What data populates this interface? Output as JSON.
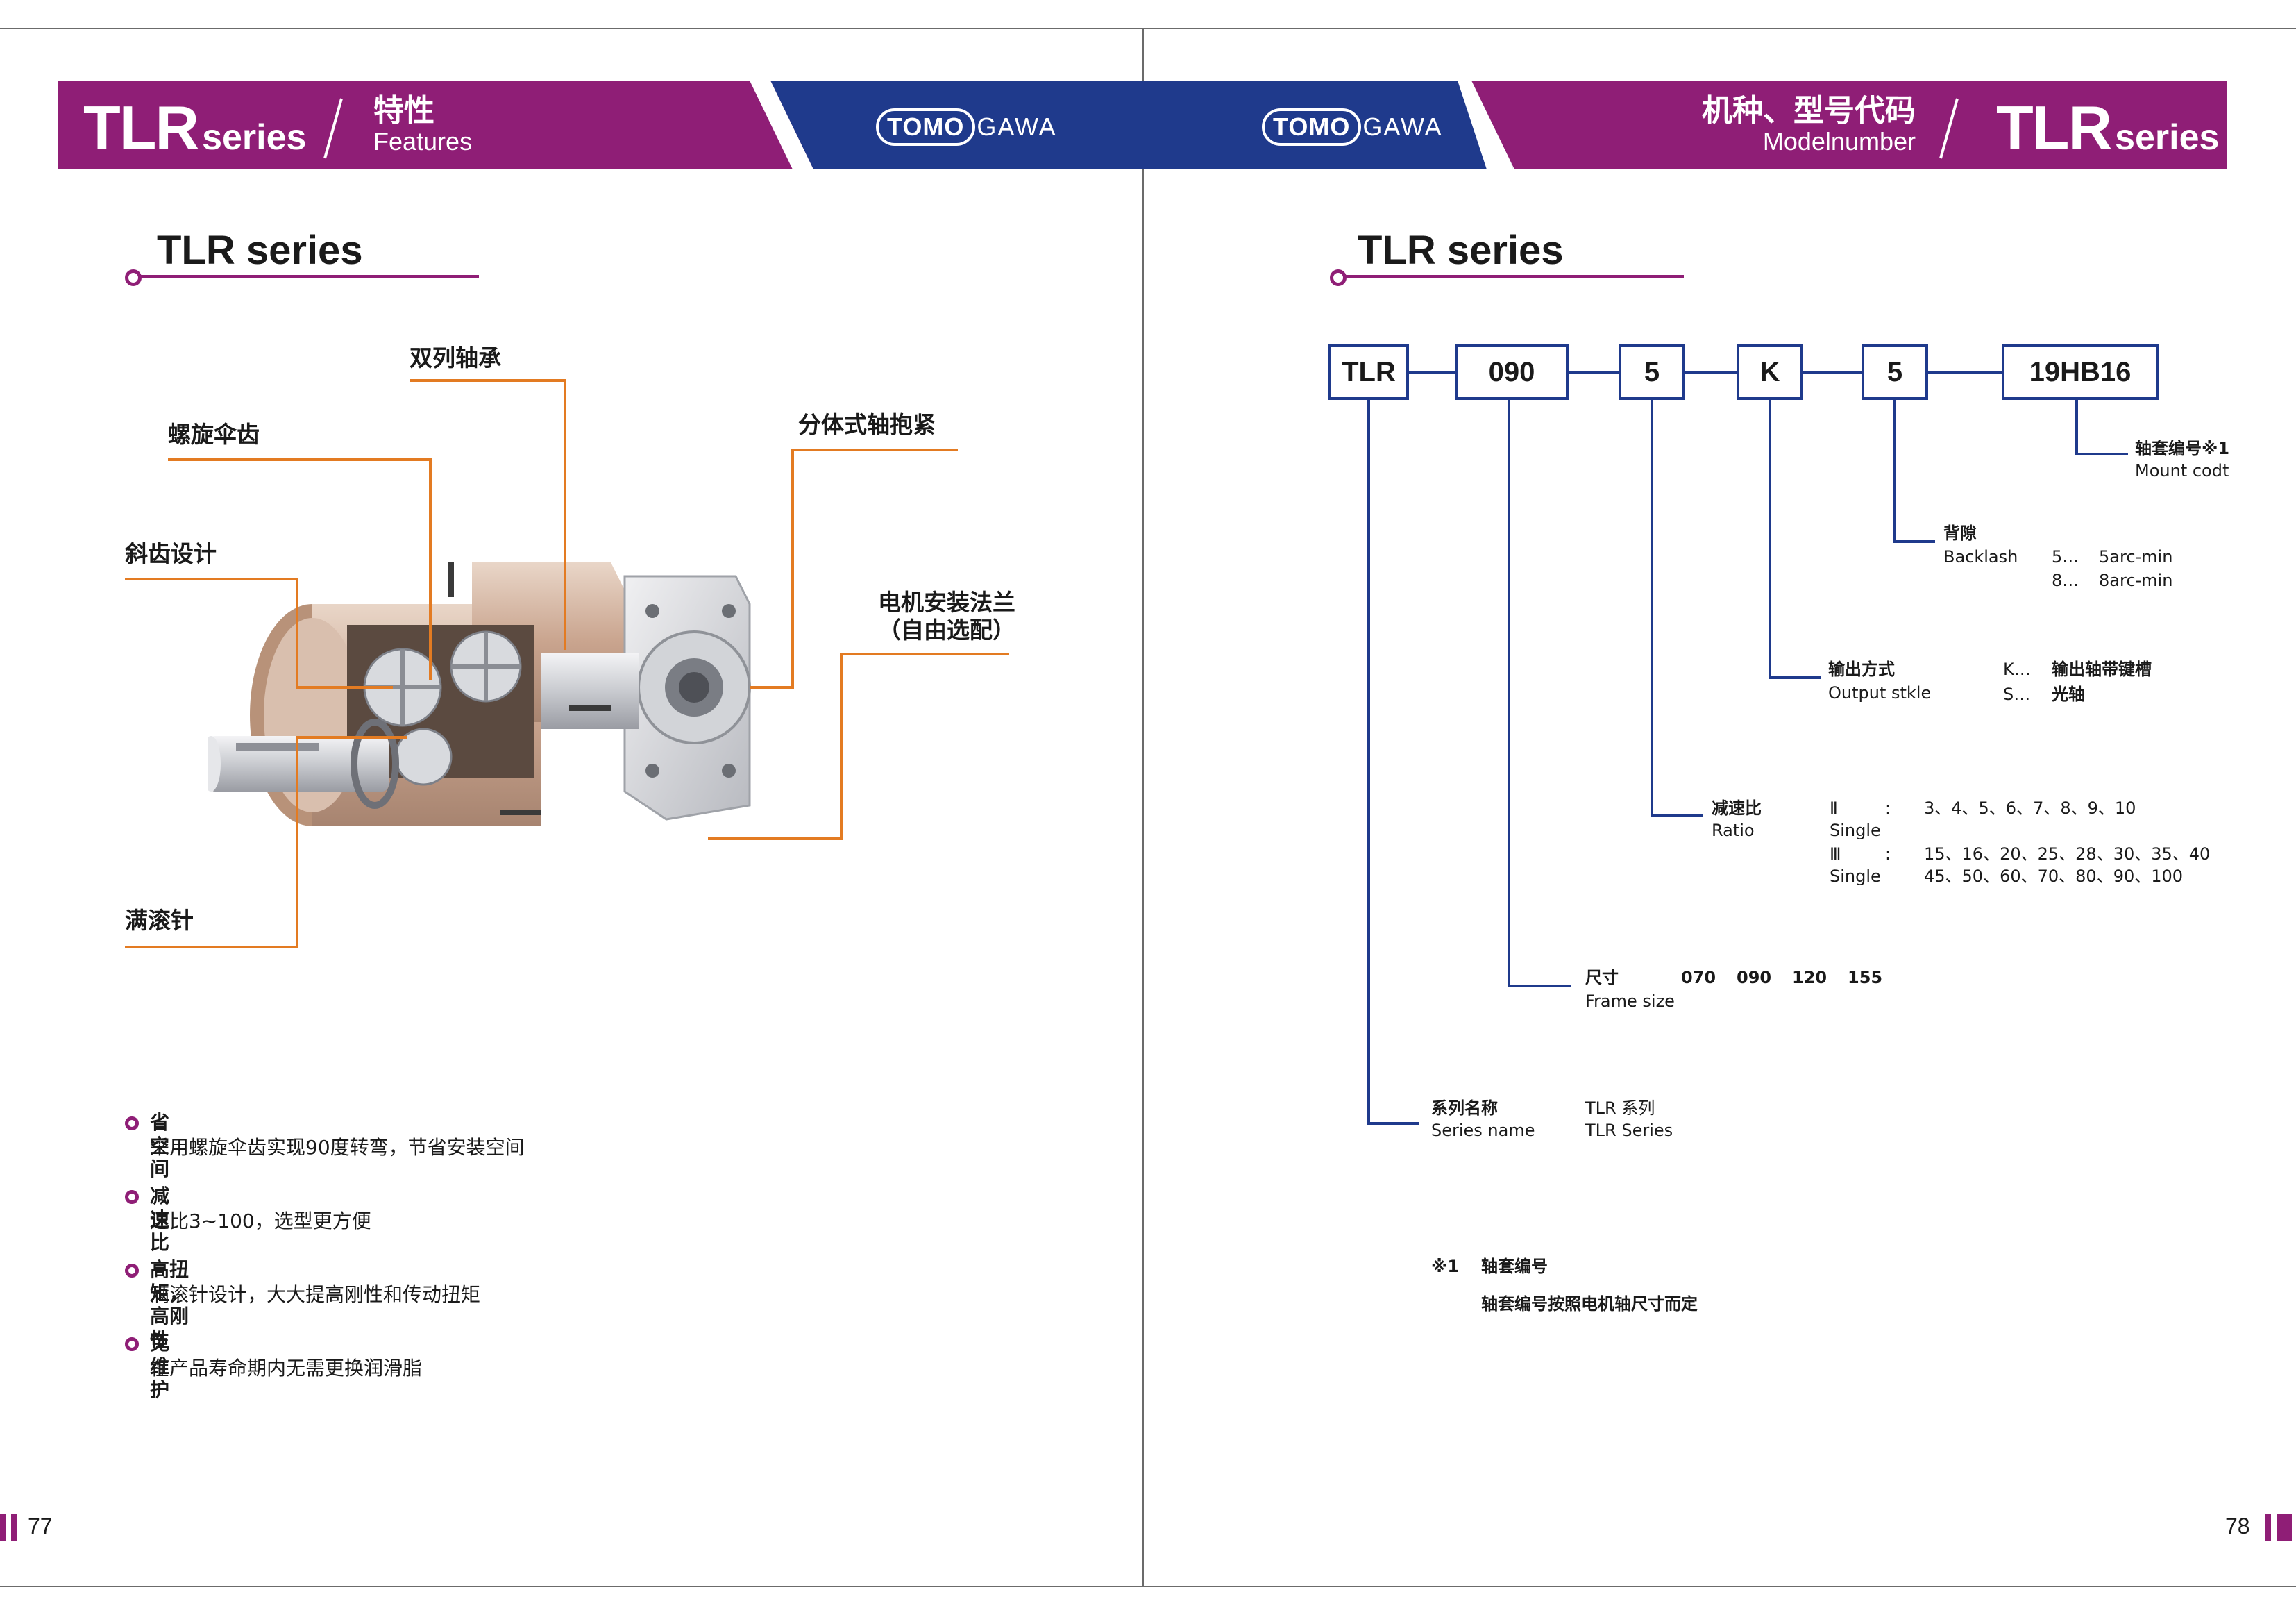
{
  "left_header": {
    "series_main": "TLR",
    "series_suffix": "series",
    "section_cn": "特性",
    "section_en": "Features"
  },
  "right_header": {
    "section_cn": "机种、型号代码",
    "section_en": "Modelnumber",
    "series_main": "TLR",
    "series_suffix": "series"
  },
  "logo": {
    "boxed": "TOMO",
    "rest": "GAWA"
  },
  "left_page": {
    "title": "TLR series",
    "callouts": {
      "double_bearing": "双列轴承",
      "spiral_bevel": "螺旋伞齿",
      "split_clamp": "分体式轴抱紧",
      "helical": "斜齿设计",
      "motor_flange_1": "电机安装法兰",
      "motor_flange_2": "（自由选配）",
      "needle": "满滚针"
    },
    "features": [
      {
        "title": "省空间",
        "desc": "采用螺旋伞齿实现90度转弯，节省安装空间"
      },
      {
        "title": "减速比",
        "desc": "速比3~100，选型更方便"
      },
      {
        "title": "高扭矩，高刚性",
        "desc": "满滚针设计，大大提高刚性和传动扭矩"
      },
      {
        "title": "免维护",
        "desc": "在产品寿命期内无需更换润滑脂"
      }
    ],
    "page_number": "77"
  },
  "right_page": {
    "title": "TLR series",
    "code_boxes": [
      "TLR",
      "090",
      "5",
      "K",
      "5",
      "19HB16"
    ],
    "mount": {
      "cn": "轴套编号※1",
      "en": "Mount codt"
    },
    "backlash": {
      "cn": "背隙",
      "en": "Backlash",
      "opt1_code": "5…",
      "opt1_val": "5arc-min",
      "opt2_code": "8…",
      "opt2_val": "8arc-min"
    },
    "output": {
      "cn": "输出方式",
      "en": "Output stkle",
      "opt1_code": "K…",
      "opt1_val": "输出轴带键槽",
      "opt2_code": "S…",
      "opt2_val": "光轴"
    },
    "ratio": {
      "cn": "减速比",
      "en": "Ratio",
      "stage2": "Ⅱ",
      "stage2_en": "Single",
      "colon": ":",
      "stage2_values": "3、4、5、6、7、8、9、10",
      "stage3": "Ⅲ",
      "stage3_en": "Single",
      "stage3_values_1": "15、16、20、25、28、30、35、40",
      "stage3_values_2": "45、50、60、70、80、90、100"
    },
    "frame": {
      "cn": "尺寸",
      "en": "Frame size",
      "sizes": [
        "070",
        "090",
        "120",
        "155"
      ]
    },
    "series": {
      "cn": "系列名称",
      "en": "Series name",
      "val_cn": "TLR 系列",
      "val_en": "TLR Series"
    },
    "note": {
      "mark": "※1",
      "title": "轴套编号",
      "desc": "轴套编号按照电机轴尺寸而定"
    },
    "page_number": "78"
  },
  "colors": {
    "purple": "#8f1e76",
    "blue": "#1f3a8c",
    "orange": "#e37b22"
  }
}
